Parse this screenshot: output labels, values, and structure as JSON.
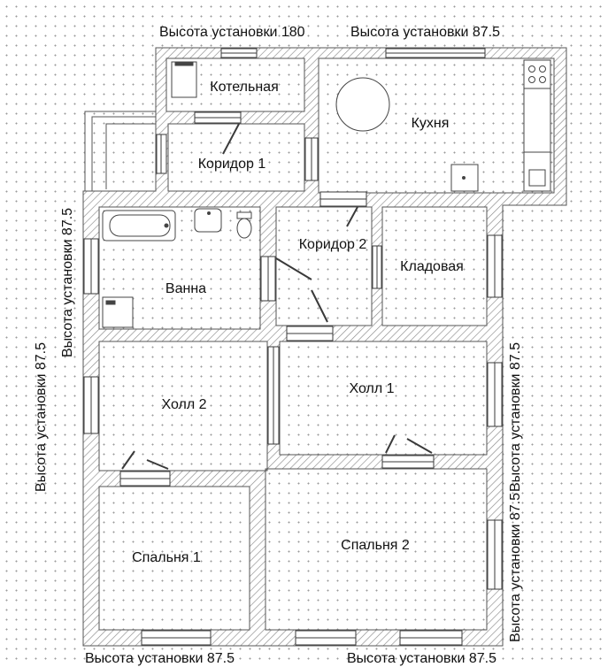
{
  "rooms": {
    "boiler": "Котельная",
    "kitchen": "Кухня",
    "corridor1": "Коридор 1",
    "corridor2": "Коридор 2",
    "bath": "Ванна",
    "storage": "Кладовая",
    "hall1": "Холл 1",
    "hall2": "Холл 2",
    "bedroom1": "Спальня 1",
    "bedroom2": "Спальня 2"
  },
  "install_labels": {
    "top_left": "Высота установки 180",
    "top_right": "Высота установки 87.5",
    "left_outer": "Высота установки 87.5",
    "left_inner": "Высота установки 87.5",
    "right_upper": "Высота установки 87.5",
    "right_lower": "Высота установки 87.5",
    "bottom_left": "Высота установки 87.5",
    "bottom_right": "Высота установки 87.5"
  },
  "colors": {
    "wall_fill": "#ffffff",
    "wall_stroke": "#555555",
    "hatch": "#8a8a8a",
    "window_frame": "#3a3a3a",
    "dot_grid": "#9a9a9a"
  }
}
